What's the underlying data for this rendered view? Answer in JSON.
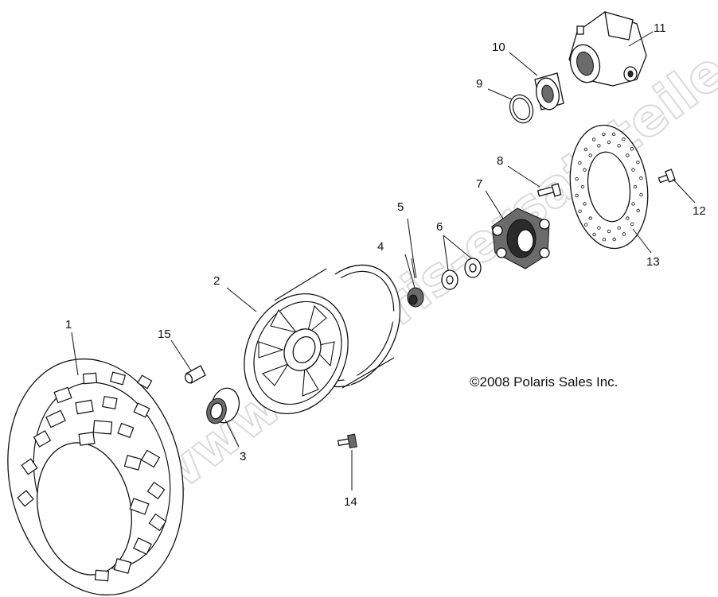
{
  "watermark": "www.polaris-ersatzteile.de",
  "copyright": "©2008 Polaris Sales Inc.",
  "callouts": [
    "1",
    "2",
    "3",
    "4",
    "5",
    "6",
    "7",
    "8",
    "9",
    "10",
    "11",
    "12",
    "13",
    "14",
    "15"
  ]
}
